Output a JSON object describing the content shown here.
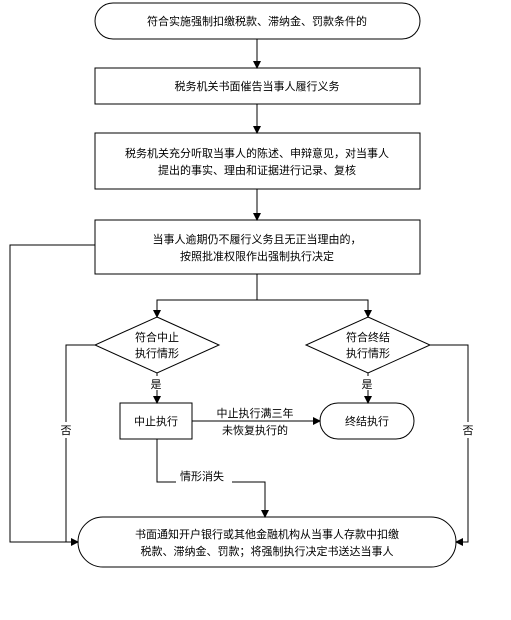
{
  "nodes": {
    "start": "符合实施强制扣缴税款、滞纳金、罚款条件的",
    "notice": "税务机关书面催告当事人履行义务",
    "hearing_line1": "税务机关充分听取当事人的陈述、申辩意见，对当事人",
    "hearing_line2": "提出的事实、理由和证据进行记录、复核",
    "decision_line1": "当事人逾期仍不履行义务且无正当理由的，",
    "decision_line2": "按照批准权限作出强制执行决定",
    "suspend_cond_line1": "符合中止",
    "suspend_cond_line2": "执行情形",
    "terminate_cond_line1": "符合终结",
    "terminate_cond_line2": "执行情形",
    "suspend": "中止执行",
    "terminate": "终结执行",
    "end_line1": "书面通知开户银行或其他金融机构从当事人存款中扣缴",
    "end_line2": "税款、滞纳金、罚款；将强制执行决定书送达当事人"
  },
  "edge_labels": {
    "yes_suspend": "是",
    "yes_terminate": "是",
    "no_left": "否",
    "no_right": "否",
    "three_years_line1": "中止执行满三年",
    "three_years_line2": "未恢复执行的",
    "resolved": "情形消失"
  }
}
